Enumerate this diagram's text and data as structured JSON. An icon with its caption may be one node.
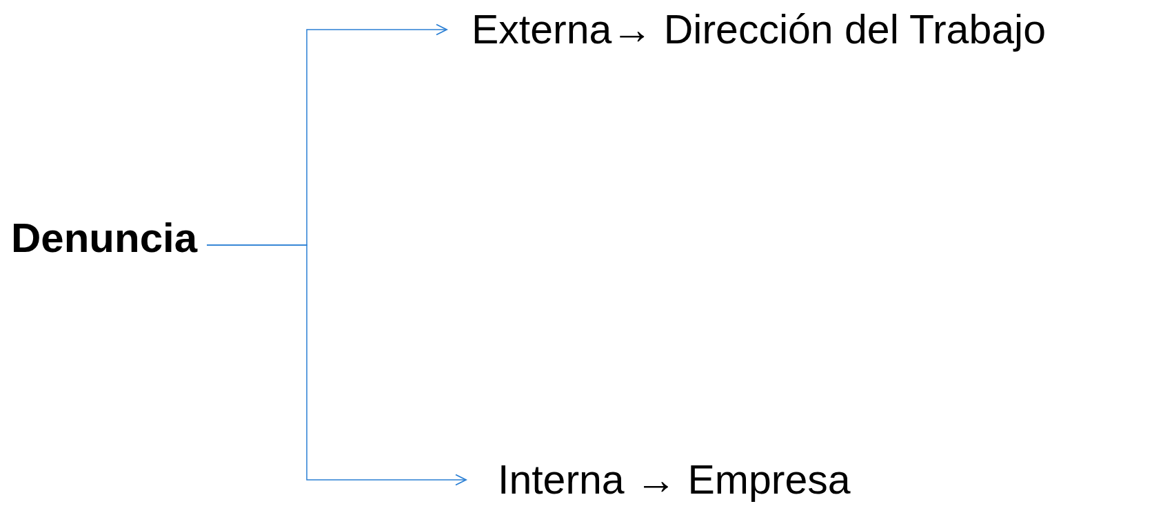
{
  "diagram": {
    "nodes": [
      {
        "text": [
          "Denuncia"
        ]
      },
      {
        "text": [
          "Externa→ Dirección del Trabajo"
        ]
      },
      {
        "text": [
          "Interna → Empresa"
        ]
      }
    ],
    "edges": [
      {
        "from": 0,
        "to": 1,
        "arrow": "to"
      },
      {
        "from": 0,
        "to": 2,
        "arrow": "to"
      }
    ]
  }
}
